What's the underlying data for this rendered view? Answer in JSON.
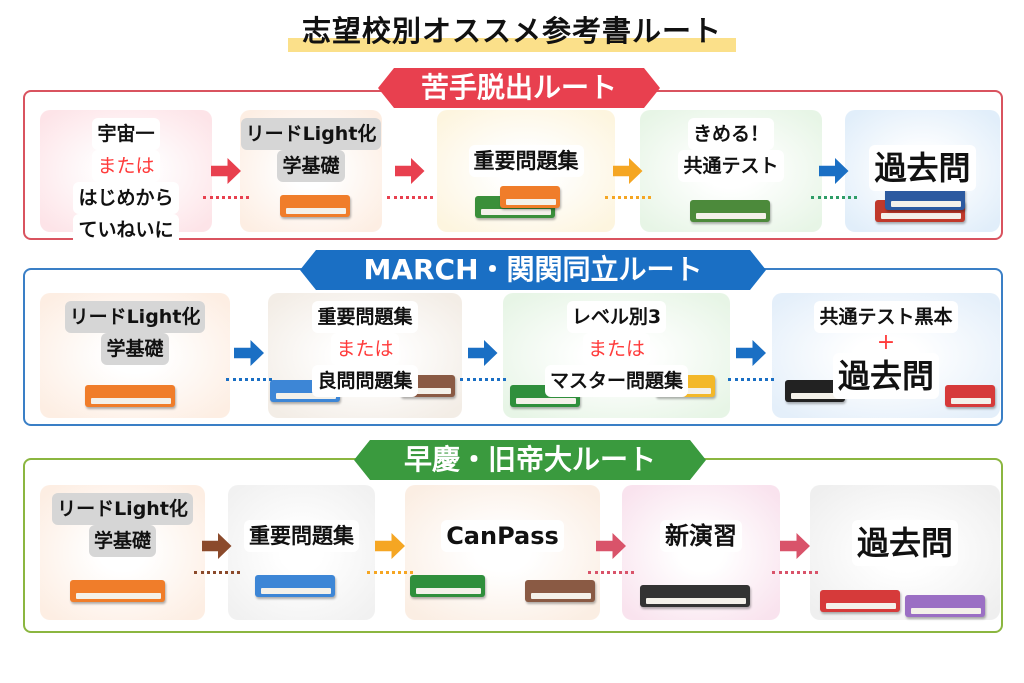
{
  "title": "志望校別オススメ参考書ルート",
  "routes": [
    {
      "name": "苦手脱出ルート",
      "color": "#e8404f",
      "steps": [
        {
          "lines": [
            "宇宙一",
            "または",
            "はじめから",
            "ていねいに"
          ]
        },
        {
          "lines": [
            "リードLight化",
            "学基礎"
          ]
        },
        {
          "lines": [
            "重要問題集"
          ]
        },
        {
          "lines": [
            "きめる！",
            "共通テスト"
          ]
        },
        {
          "lines": [
            "過去問"
          ]
        }
      ]
    },
    {
      "name": "MARCH・関関同立ルート",
      "color": "#1a6fc4",
      "steps": [
        {
          "lines": [
            "リードLight化",
            "学基礎"
          ]
        },
        {
          "lines": [
            "重要問題集",
            "または",
            "良問問題集"
          ]
        },
        {
          "lines": [
            "レベル別3",
            "または",
            "マスター問題集"
          ]
        },
        {
          "lines": [
            "共通テスト黒本",
            "+",
            "過去問"
          ]
        }
      ]
    },
    {
      "name": "早慶・旧帝大ルート",
      "color": "#3a9a3e",
      "steps": [
        {
          "lines": [
            "リードLight化",
            "学基礎"
          ]
        },
        {
          "lines": [
            "重要問題集"
          ]
        },
        {
          "lines": [
            "CanPass"
          ]
        },
        {
          "lines": [
            "新演習"
          ]
        },
        {
          "lines": [
            "過去問"
          ]
        }
      ]
    }
  ]
}
